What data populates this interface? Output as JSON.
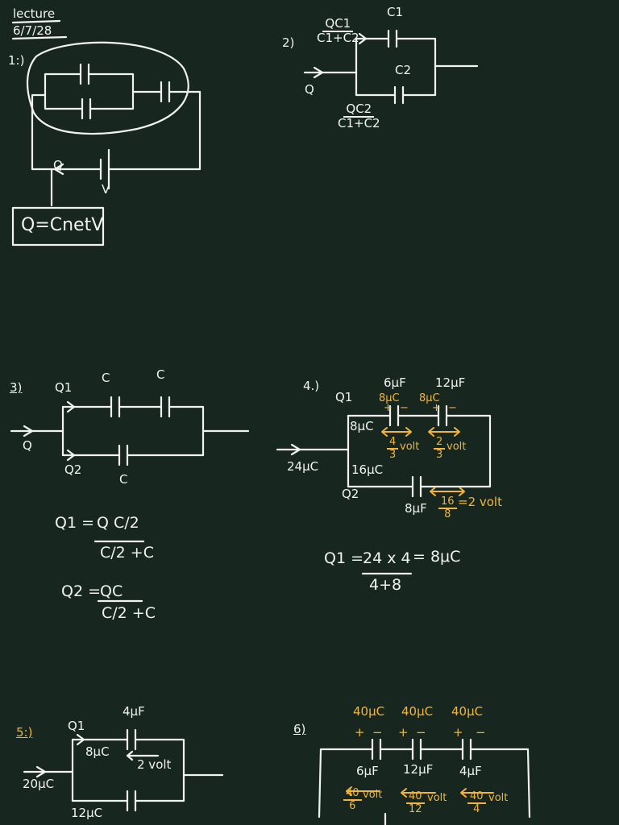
{
  "header": {
    "title": "lecture",
    "date": "6/7/28"
  },
  "colors": {
    "background": "#17271f",
    "ink": "#f2f2f2",
    "highlight": "#f2b53a"
  },
  "p1": {
    "label": "1:)",
    "charge": "Q",
    "voltage": "V",
    "result": "Q=CnetV"
  },
  "p2": {
    "label": "2)",
    "top_cap": "C1",
    "bottom_cap": "C2",
    "charge": "Q",
    "top_charge": {
      "num": "QC1",
      "den": "C1+C2"
    },
    "bottom_charge": {
      "num": "QC2",
      "den": "C1+C2"
    }
  },
  "p3": {
    "label": "3)",
    "q1": "Q1",
    "q2": "Q2",
    "charge": "Q",
    "cap_a": "C",
    "cap_b": "C",
    "cap_c": "C",
    "eq1_left": "Q1 =",
    "eq1_num": "Q C/2",
    "eq1_den": "C/2 +C",
    "eq2_left": "Q2 =",
    "eq2_num": "QC",
    "eq2_den": "C/2 +C"
  },
  "p4": {
    "label": "4.)",
    "q1": "Q1",
    "q2": "Q2",
    "input": "24μC",
    "cap1": "6μF",
    "cap2": "12μF",
    "cap3": "8μF",
    "top_charge": "8μC",
    "bottom_charge": "16μC",
    "cap1_charge": "8μC",
    "cap2_charge": "8μC",
    "plus": "+",
    "minus": "−",
    "cap1_volt": {
      "num": "4",
      "den": "3",
      "unit": "volt"
    },
    "cap2_volt": {
      "num": "2",
      "den": "3",
      "unit": "volt"
    },
    "cap3_volt": {
      "num": "16",
      "den": "8",
      "rest": "=2 volt"
    },
    "eq_left": "Q1 =",
    "eq_num": "24 x 4",
    "eq_den": "4+8",
    "eq_right": "= 8μC"
  },
  "p5": {
    "label": "5:)",
    "q1": "Q1",
    "input": "20μC",
    "cap1": "4μF",
    "top_charge": "8μC",
    "bottom_charge": "12μC",
    "volt": "2 volt"
  },
  "p6": {
    "label": "6)",
    "charges": [
      "40μC",
      "40μC",
      "40μC"
    ],
    "caps": [
      "6μF",
      "12μF",
      "4μF"
    ],
    "volts": [
      {
        "num": "40",
        "den": "6",
        "unit": "volt"
      },
      {
        "num": "40",
        "den": "12",
        "unit": "volt"
      },
      {
        "num": "40",
        "den": "4",
        "unit": "volt"
      }
    ],
    "plus": "+",
    "minus": "−"
  }
}
